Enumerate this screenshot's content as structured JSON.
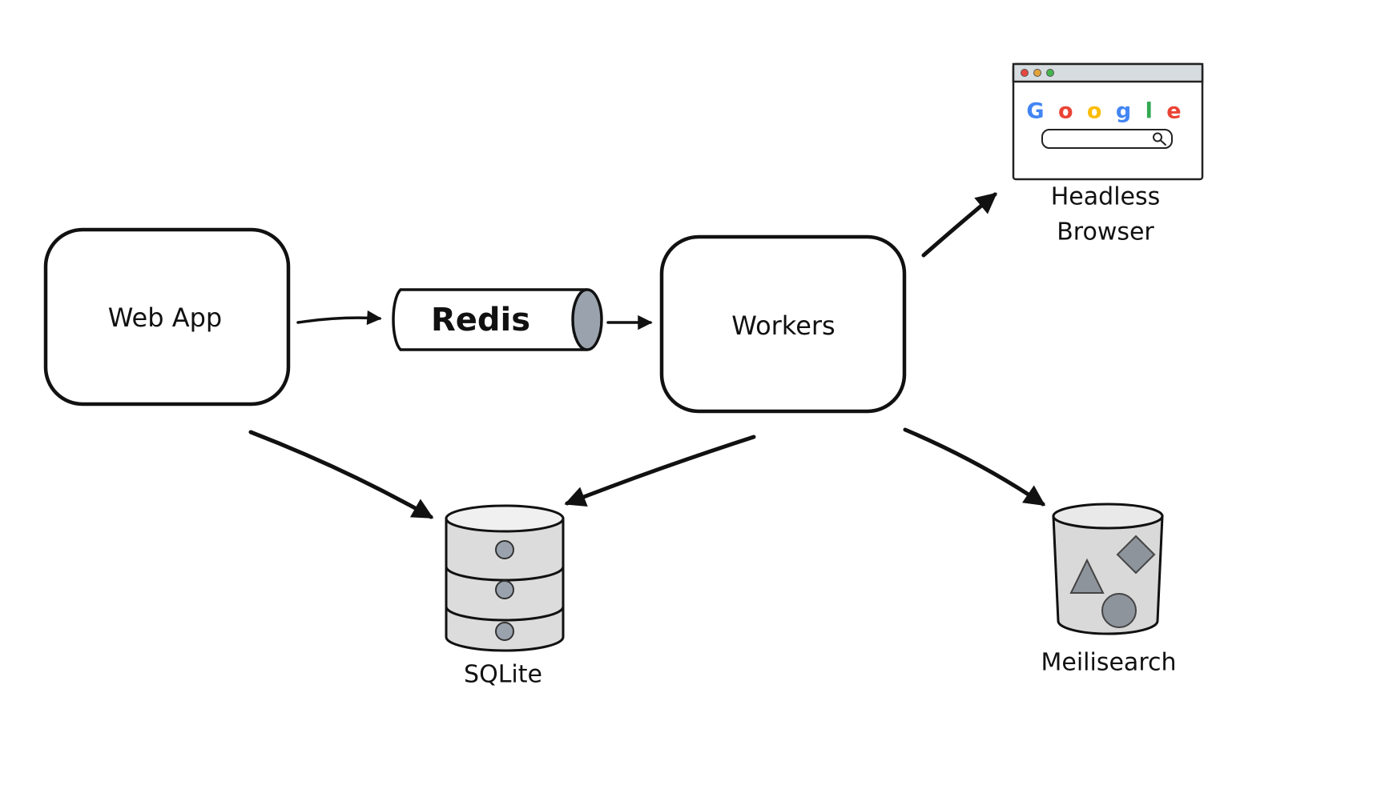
{
  "diagram": {
    "nodes": {
      "web_app": {
        "label": "Web App"
      },
      "redis": {
        "label": "Redis"
      },
      "workers": {
        "label": "Workers"
      },
      "headless_browser": {
        "label": "Headless Browser",
        "logo_text": "Google"
      },
      "sqlite": {
        "label": "SQLite"
      },
      "meilisearch": {
        "label": "Meilisearch"
      }
    },
    "edges": [
      {
        "from": "Web App",
        "to": "Redis"
      },
      {
        "from": "Redis",
        "to": "Workers"
      },
      {
        "from": "Workers",
        "to": "Headless Browser"
      },
      {
        "from": "Web App",
        "to": "SQLite"
      },
      {
        "from": "Workers",
        "to": "SQLite"
      },
      {
        "from": "Workers",
        "to": "Meilisearch"
      }
    ],
    "browser": {
      "logo_letters": [
        {
          "ch": "G",
          "style": "color:#4285F4"
        },
        {
          "ch": "o",
          "style": "color:#EA4335"
        },
        {
          "ch": "o",
          "style": "color:#FBBC05"
        },
        {
          "ch": "g",
          "style": "color:#4285F4"
        },
        {
          "ch": "l",
          "style": "color:#34A853"
        },
        {
          "ch": "e",
          "style": "color:#EA4335"
        }
      ],
      "traffic_lights": [
        "#E8483F",
        "#E2A33B",
        "#44B54C"
      ]
    },
    "colors": {
      "stroke": "#111111",
      "node_fill": "#ffffff",
      "cylinder_body_gray": "#dcdcdc",
      "cylinder_top_gray": "#f0f0f0",
      "accent_gray": "#9aa3ad",
      "shape_gray": "#8e949c",
      "titlebar_gray": "#d7dce1"
    }
  }
}
